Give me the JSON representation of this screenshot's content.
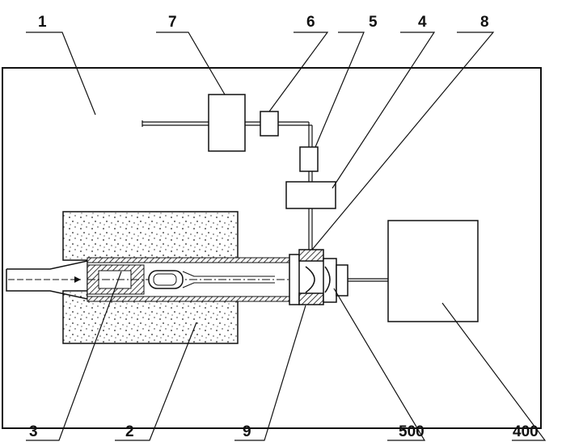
{
  "labels": {
    "l1": "1",
    "l7": "7",
    "l6": "6",
    "l5": "5",
    "l4": "4",
    "l8": "8",
    "l3": "3",
    "l2": "2",
    "l9": "9",
    "l500": "500",
    "l400": "400"
  }
}
